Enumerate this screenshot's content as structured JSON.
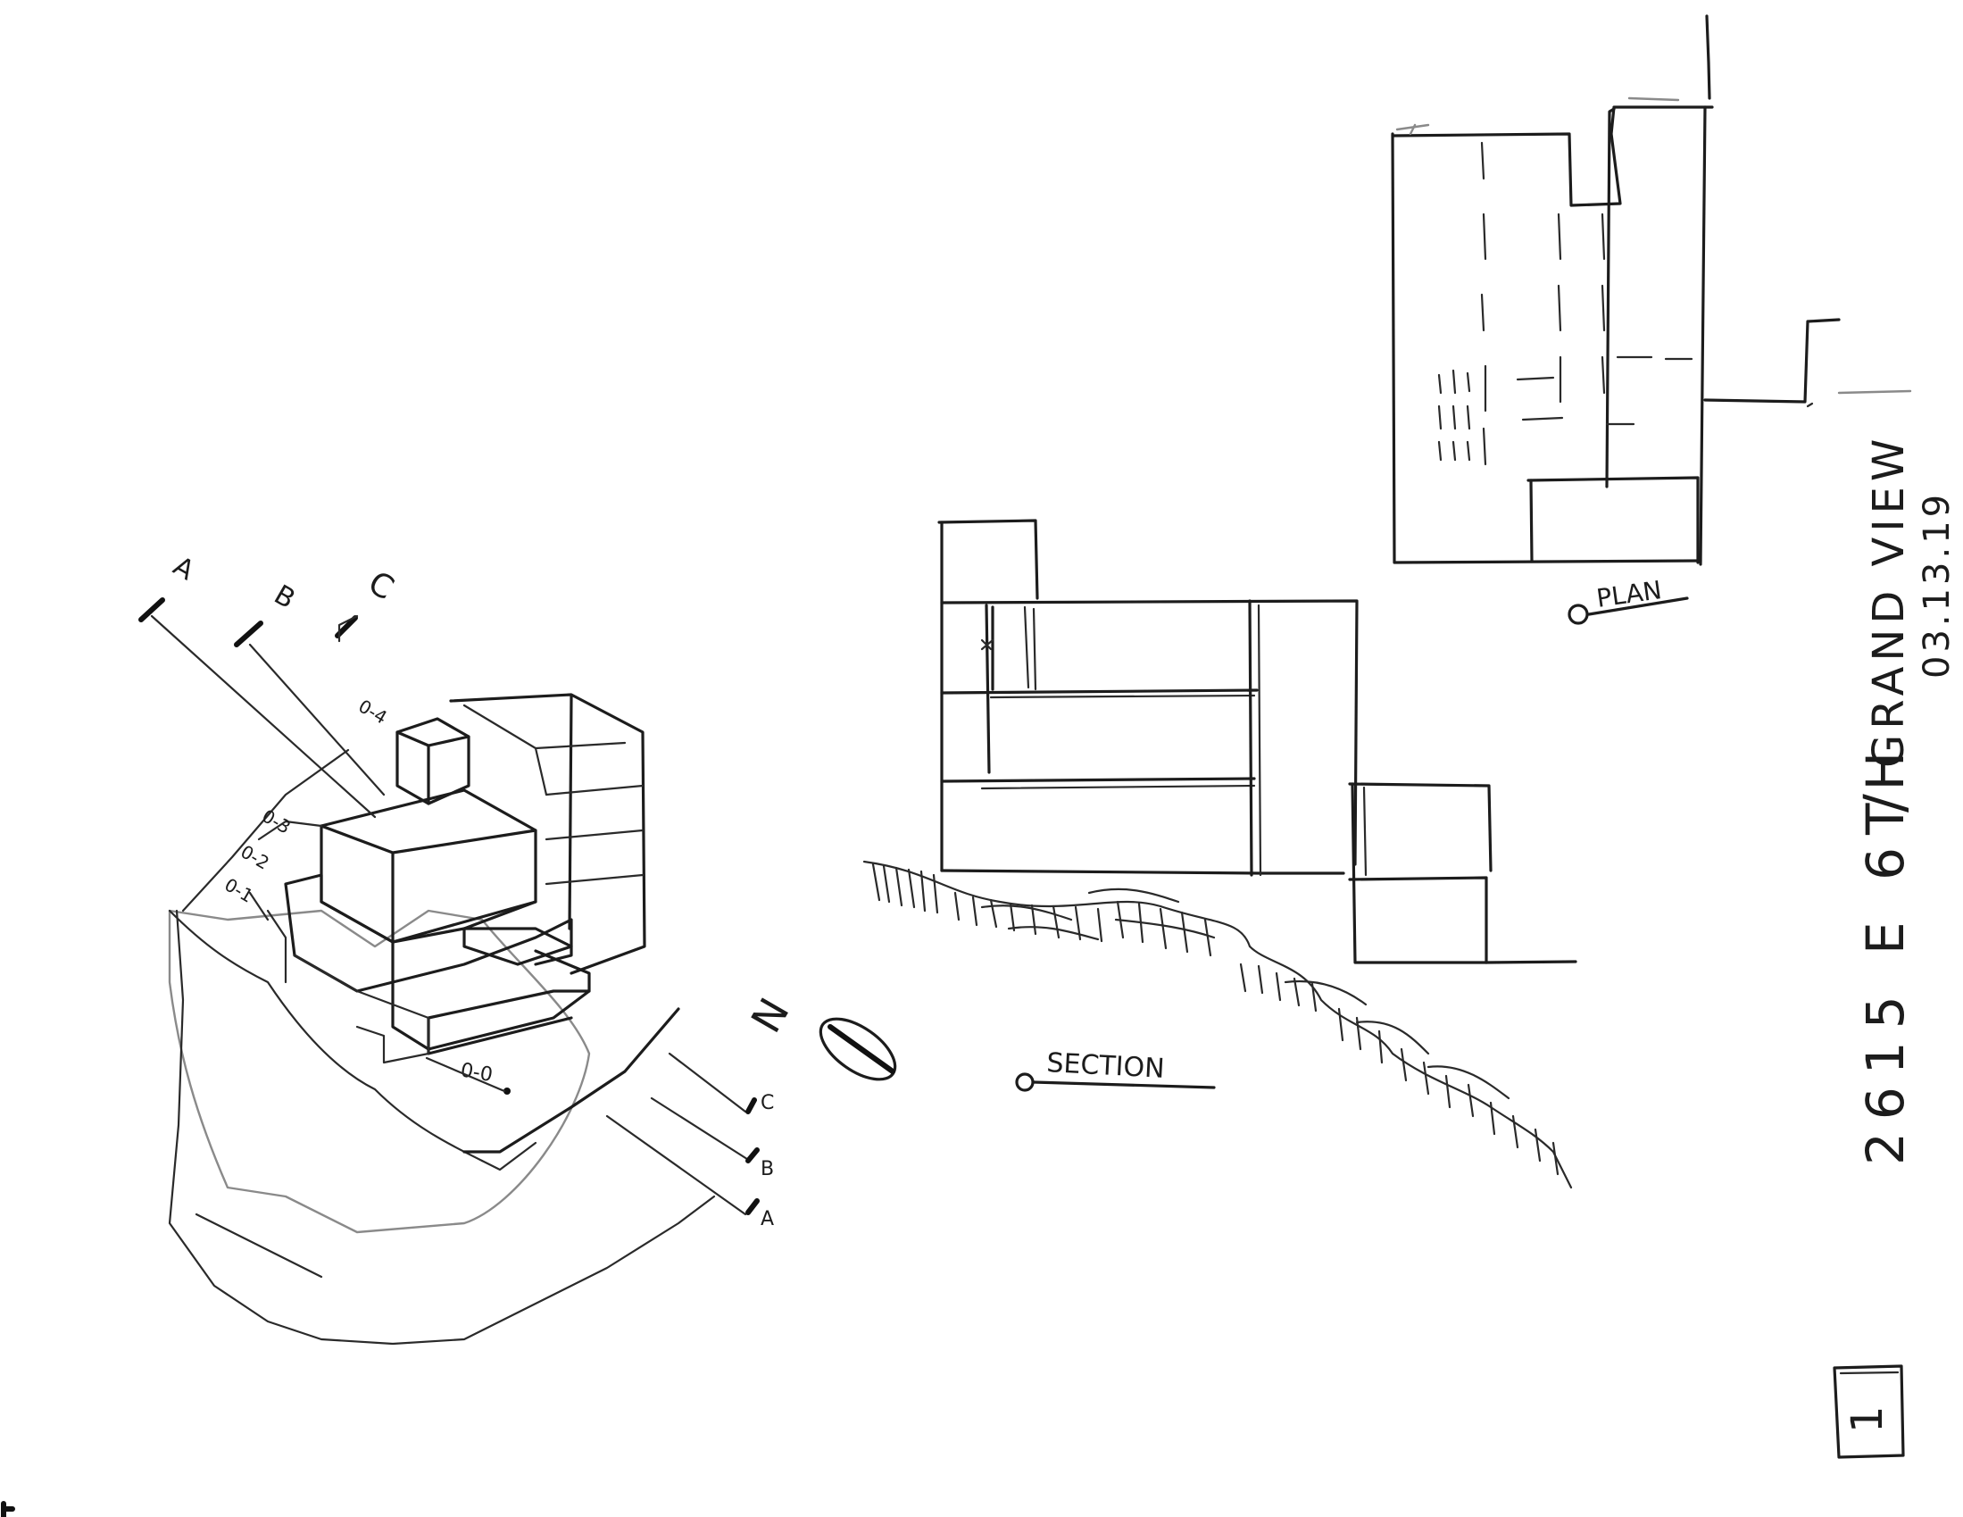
{
  "sheet": {
    "title_address": "2615 E 6TH",
    "title_separator": "/",
    "title_name": "GRAND VIEW",
    "date": "03.13.19",
    "sheet_number": "1"
  },
  "views": {
    "plan_label": "PLAN",
    "section_label": "SECTION"
  },
  "axon": {
    "section_cuts": [
      "A",
      "B",
      "C"
    ],
    "section_markers": [
      "C",
      "B",
      "A"
    ],
    "levels": [
      "0-0",
      "0-1",
      "0-2",
      "0-3",
      "0-4"
    ],
    "north_letter": "N"
  }
}
